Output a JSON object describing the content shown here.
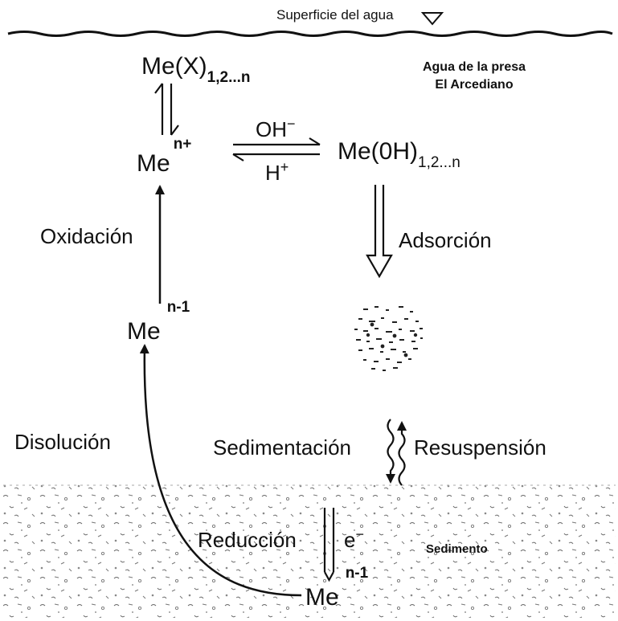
{
  "water_surface": {
    "label": "Superficie del agua"
  },
  "region_water": {
    "line1": "Agua de la presa",
    "line2": "El Arcediano"
  },
  "region_sediment": {
    "label": "Sedimento"
  },
  "species": {
    "complex_base": "Me(X)",
    "complex_sub": "1,2...n",
    "ion_base": "Me",
    "ion_sup": "n+",
    "hydroxide_base": "Me(0H)",
    "hydroxide_sub": "1,2...n",
    "reduced_base": "Me",
    "reduced_sup": "n-1",
    "sediment_base": "Me",
    "sediment_sup": "n-1"
  },
  "reactions": {
    "oh": "OH",
    "oh_sup": "−",
    "h": "H",
    "h_sup": "+",
    "electron": "e",
    "electron_sup": "−"
  },
  "processes": {
    "oxidation": "Oxidación",
    "adsorption": "Adsorción",
    "dissolution": "Disolución",
    "sedimentation": "Sedimentación",
    "resuspension": "Resuspensión",
    "reduction": "Reducción"
  }
}
